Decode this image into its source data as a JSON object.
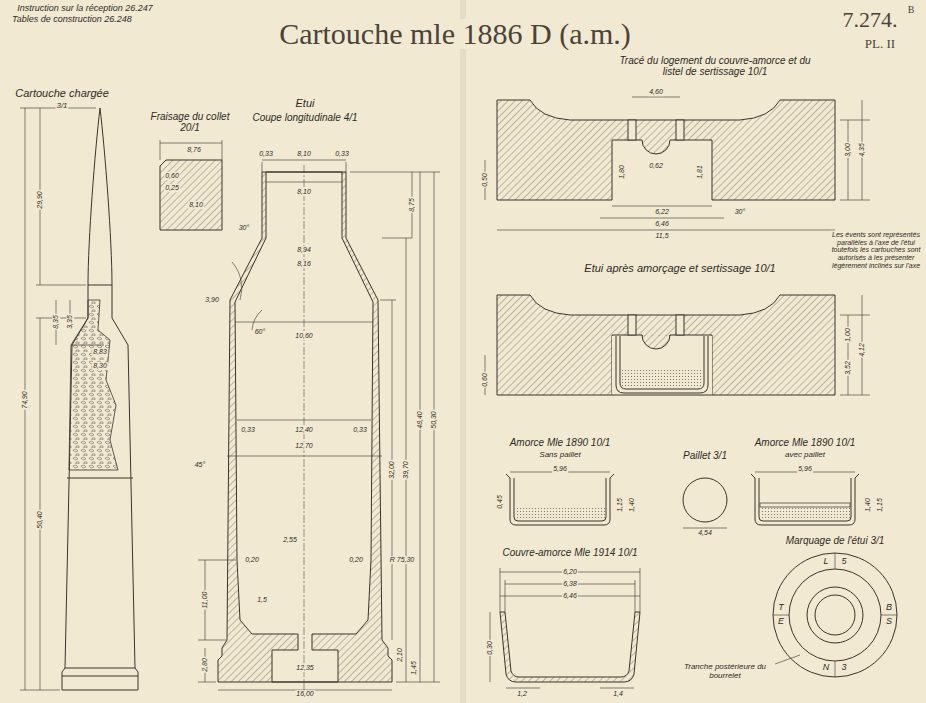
{
  "diagram": {
    "title": "Cartouche mle 1886 D (a.m.)",
    "labels": [
      "Instruction sur la réception 26.247",
      "Tables de construction 26.248",
      "7.274.",
      "B",
      "PL. II",
      "Cartouche chargée",
      "3/1",
      "Fraisage du collet 20/1",
      "Etui",
      "Coupe longitudinale 4/1",
      "Tracé du logement du couvre-amorce et du listel de sertissage 10/1",
      "Etui après amorçage et sertissage 10/1",
      "Amorce Mle 1890 10/1",
      "Sans paillet",
      "Paillet 3/1",
      "Amorce Mle 1890 10/1",
      "avec paillet",
      "Couvre-amorce Mle 1914 10/1",
      "Marquage de l'étui 3/1",
      "Les évents sont représentés parallèles à l'axe de l'étui toutefois les cartouches sont autorisés à les présenter légèrement inclinés sur l'axe",
      "Tranche postérieure du bourrelet",
      "L",
      "5",
      "T",
      "E",
      "B",
      "S",
      "N",
      "3",
      "29,90",
      "74,90",
      "50,40",
      "8,35",
      "3,35",
      "8,83",
      "8,30",
      "8,76",
      "0,60",
      "0,25",
      "8,10",
      "0,33",
      "8,10",
      "0,33",
      "8,10",
      "30°",
      "8,94",
      "8,16",
      "3,90",
      "60°",
      "10,60",
      "0,33",
      "12,40",
      "0,33",
      "12,70",
      "45°",
      "2,55",
      "0,20",
      "0,20",
      "R 75,30",
      "1,5",
      "12,35",
      "16,00",
      "11,00",
      "2,80",
      "8,75",
      "32,00",
      "39,70",
      "48,40",
      "50,30",
      "2,10",
      "1,45",
      "4,60",
      "0,62",
      "1,80",
      "1,81",
      "6,22",
      "6,46",
      "11,5",
      "30°",
      "3,00",
      "4,35",
      "0,50",
      "1,00",
      "4,12",
      "3,52",
      "0,60",
      "5,96",
      "0,45",
      "1,15",
      "1,40",
      "5,96",
      "1,40",
      "1,15",
      "4,54",
      "6,20",
      "6,38",
      "6,46",
      "0,30",
      "1,2",
      "1,4"
    ]
  }
}
